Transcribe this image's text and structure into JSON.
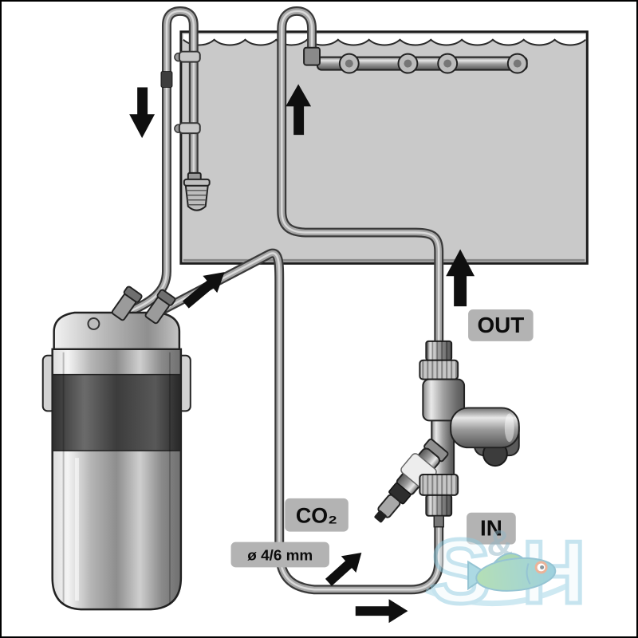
{
  "diagram": {
    "labels": {
      "out": "OUT",
      "in": "IN",
      "co2": "CO₂",
      "tube_size": "ø 4/6 mm"
    },
    "watermark": {
      "s": "S",
      "amp": "&",
      "h": "H"
    },
    "colors": {
      "tank_fill": "#c9c9c9",
      "label_bg": "#b3b3b3",
      "arrow": "#0f0f0f",
      "hose_fill": "#a6a6a6",
      "hose_outline": "#3a3a3a",
      "watermark_blue": "#8ecbe0",
      "watermark_green": "#57b06a"
    }
  }
}
